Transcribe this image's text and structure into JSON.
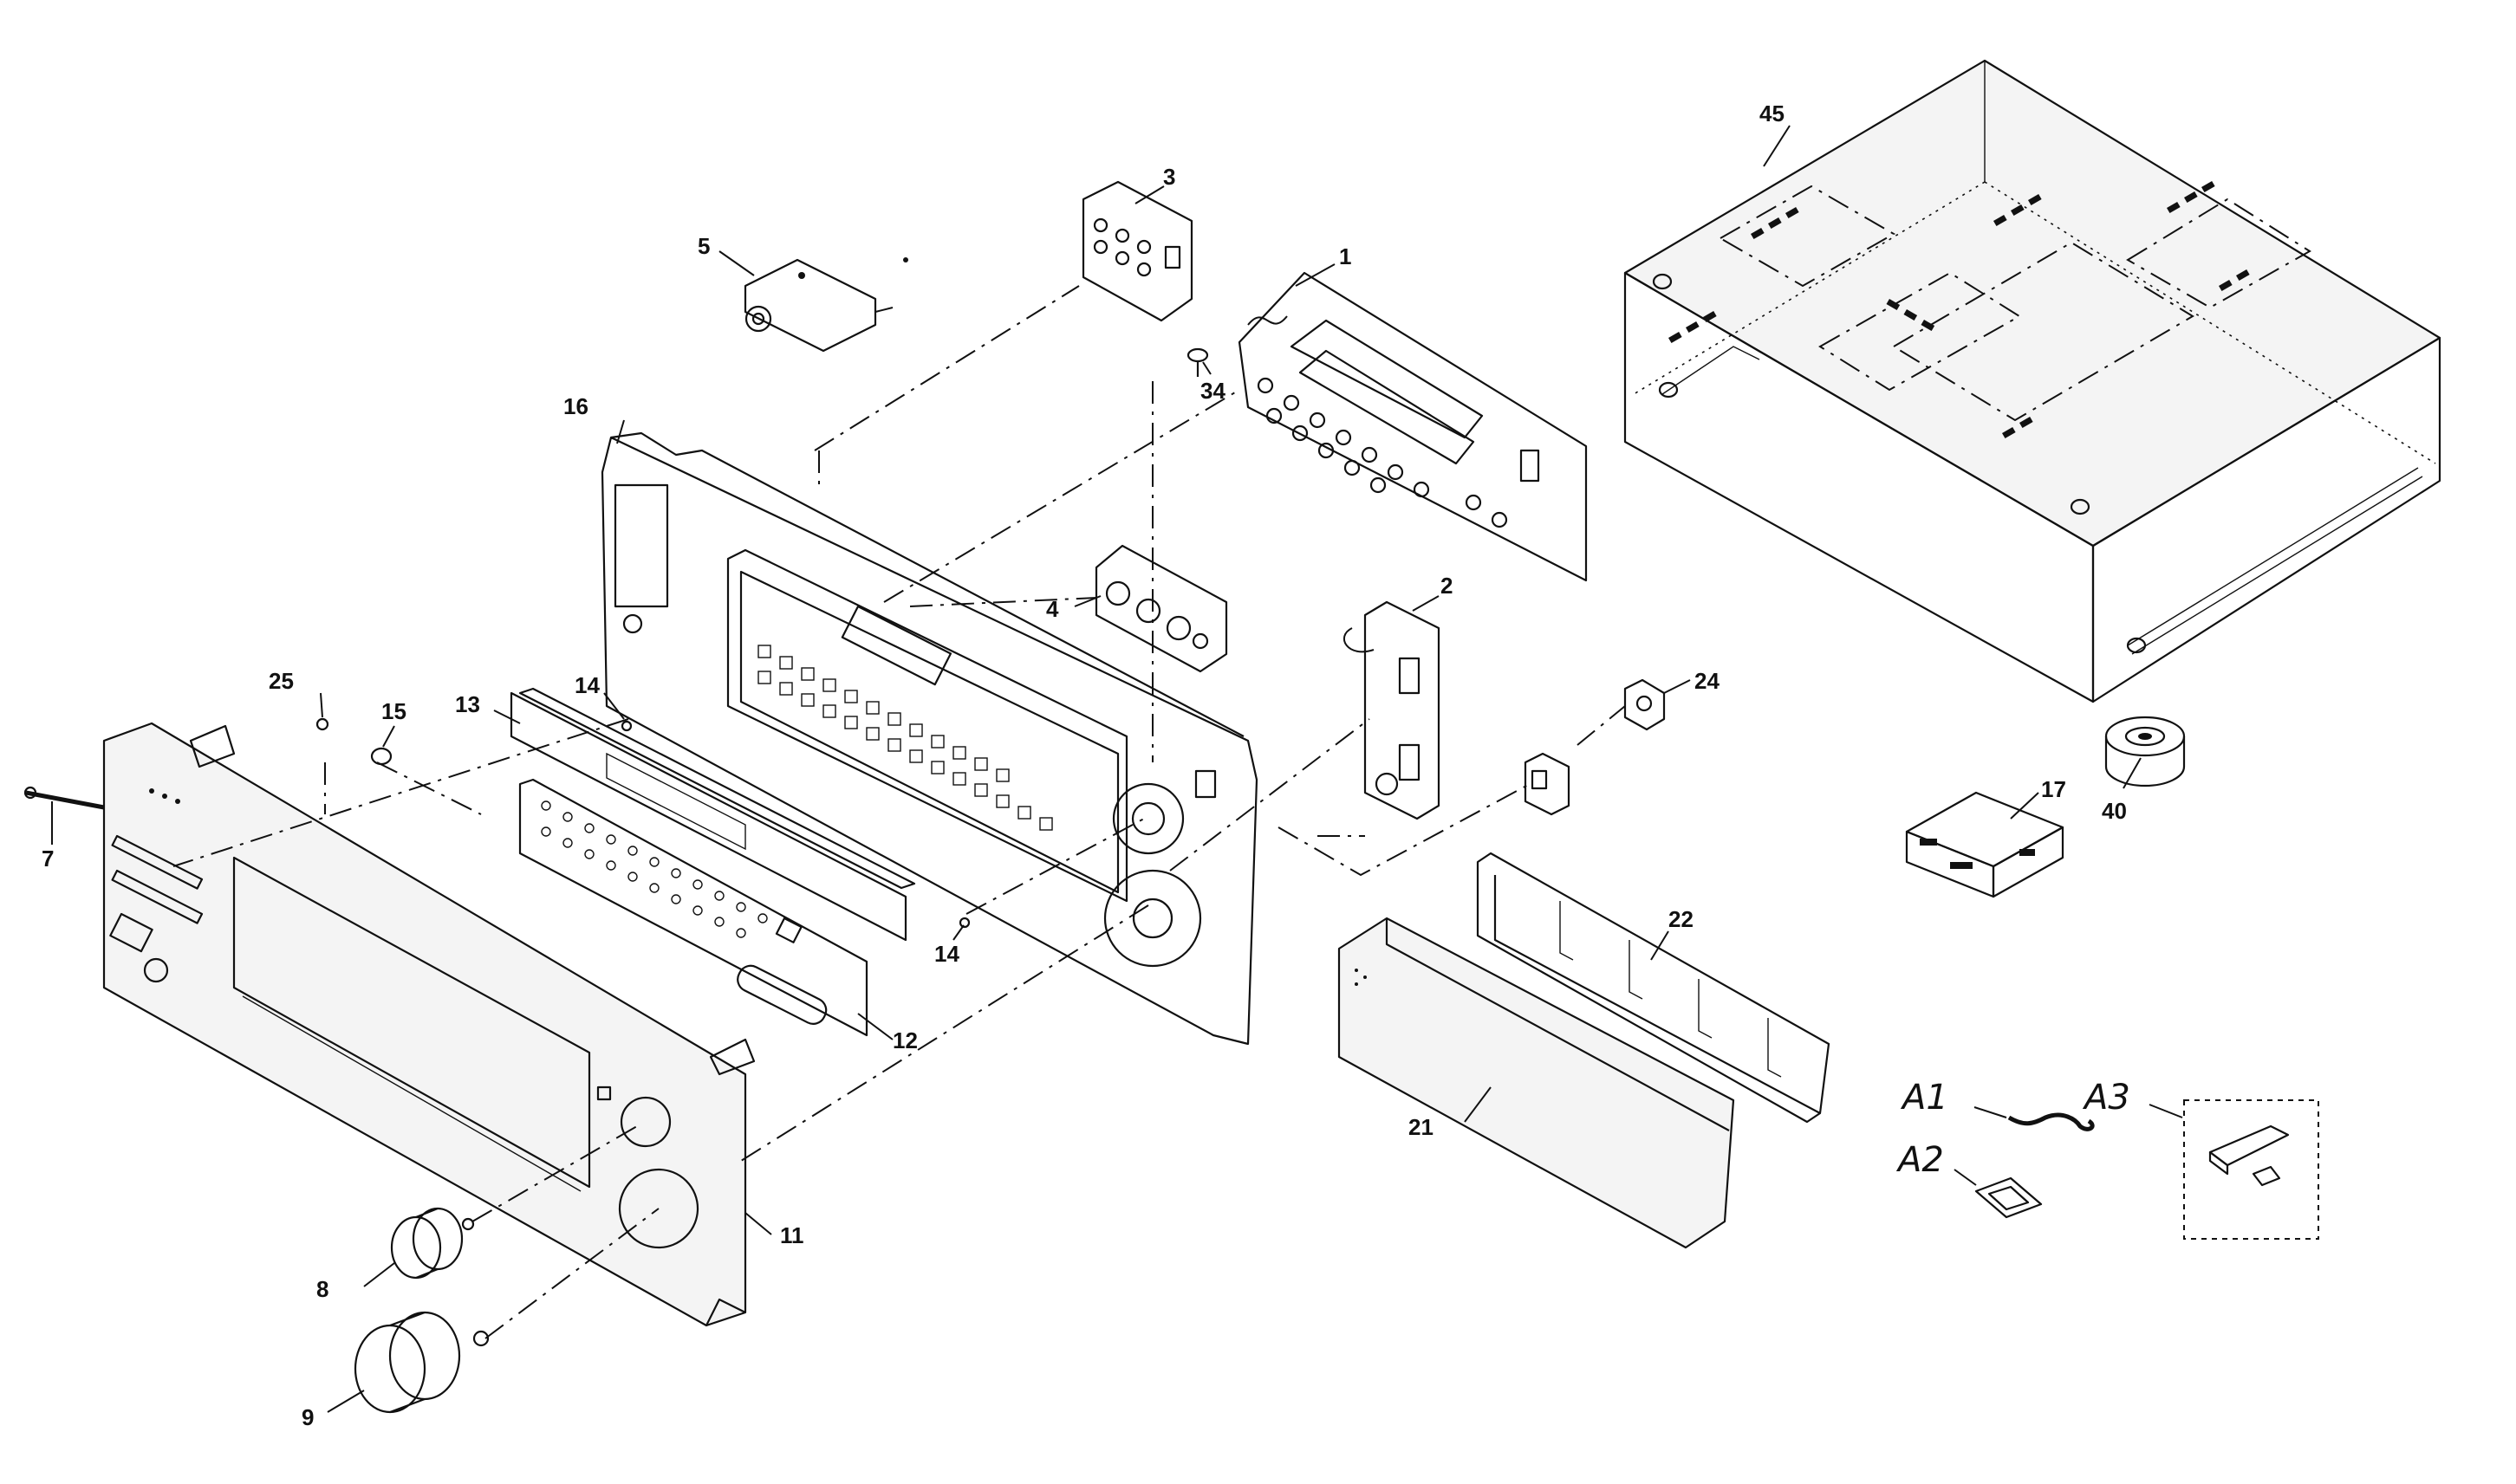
{
  "callouts": {
    "c1": "1",
    "c2": "2",
    "c3": "3",
    "c4": "4",
    "c5": "5",
    "c7": "7",
    "c8": "8",
    "c9": "9",
    "c11": "11",
    "c12": "12",
    "c13": "13",
    "c14a": "14",
    "c14b": "14",
    "c15": "15",
    "c16": "16",
    "c17": "17",
    "c21": "21",
    "c22": "22",
    "c24": "24",
    "c25": "25",
    "c34": "34",
    "c40": "40",
    "c45": "45",
    "a1": "A1",
    "a2": "A2",
    "a3": "A3"
  },
  "colors": {
    "ink": "#111111",
    "paper": "#ffffff"
  }
}
